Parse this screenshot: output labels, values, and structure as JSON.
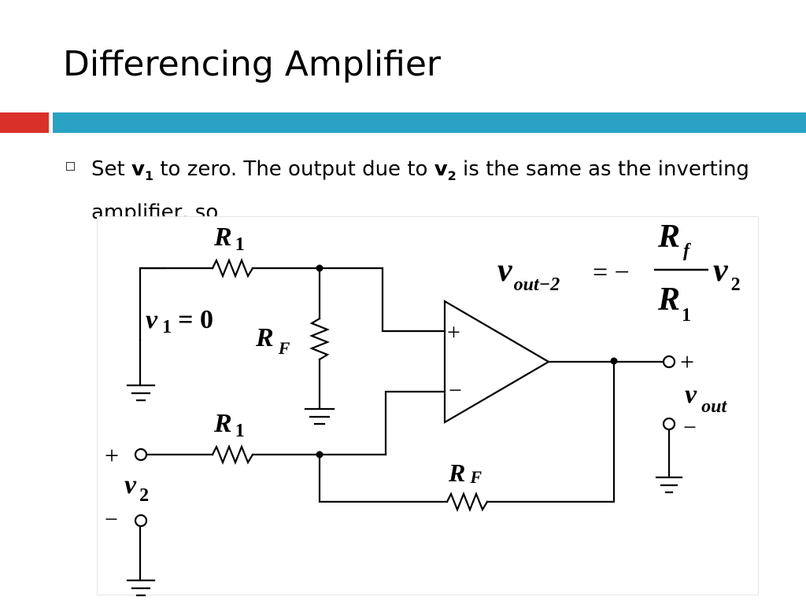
{
  "slide": {
    "title": "Differencing Amplifier",
    "accent_colors": {
      "red": "#d9312a",
      "blue": "#2aa2c3"
    },
    "bullet": {
      "icon": "square-bullet-icon",
      "text_1": "Set ",
      "v1_symbol": "v",
      "v1_sub": "1",
      "text_2": " to zero.  The output due to ",
      "v2_symbol": "v",
      "v2_sub": "2",
      "text_3": " is the same as the inverting amplifier, so"
    }
  },
  "diagram": {
    "labels": {
      "r1_top": "R",
      "r1_top_sub": "1",
      "r1_bottom": "R",
      "r1_bottom_sub": "1",
      "rf_shunt": "R",
      "rf_shunt_sub": "F",
      "rf_feedback": "R",
      "rf_feedback_sub": "F",
      "v1_symbol": "v",
      "v1_sub": "1",
      "v1_equals": "= 0",
      "v2_symbol": "v",
      "v2_sub": "2",
      "v2_plus": "+",
      "v2_minus": "−",
      "vout_symbol": "v",
      "vout_sub": "out",
      "vout_plus": "+",
      "vout_minus": "−",
      "opamp_plus": "+",
      "opamp_minus": "−"
    },
    "equation": {
      "lhs_symbol": "v",
      "lhs_sub": "out−2",
      "equals_sign": "= −",
      "num_symbol": "R",
      "num_sub": "f",
      "den_symbol": "R",
      "den_sub": "1",
      "rhs_symbol": "v",
      "rhs_sub": "2"
    }
  }
}
